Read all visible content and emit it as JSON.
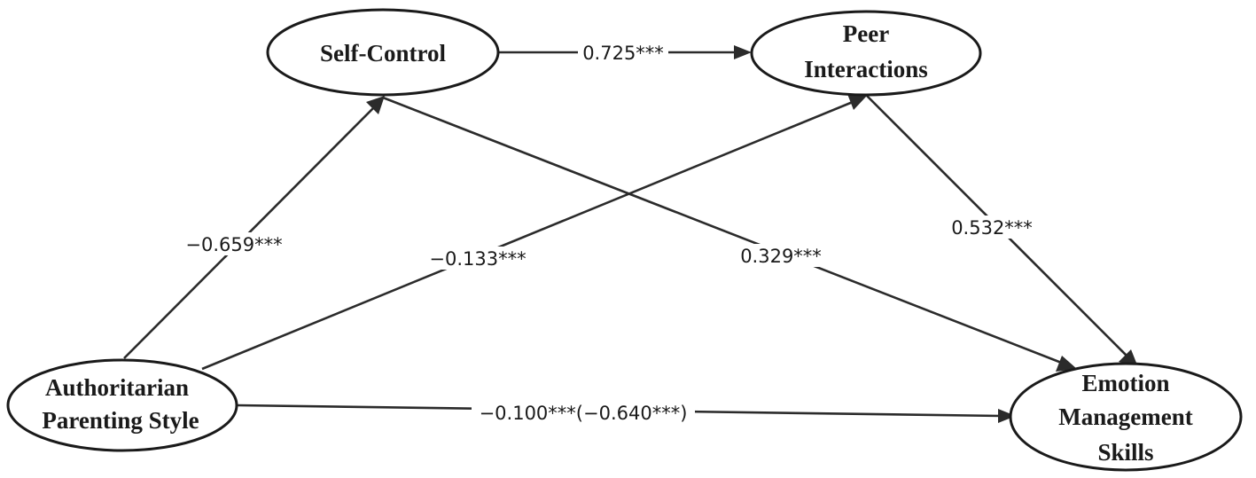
{
  "nodes": {
    "self_control": {
      "lines": [
        "Self-Control"
      ]
    },
    "peer_interactions": {
      "lines": [
        "Peer",
        "Interactions"
      ]
    },
    "authoritarian": {
      "lines": [
        "Authoritarian",
        "Parenting Style"
      ]
    },
    "emotion": {
      "lines": [
        "Emotion",
        "Management",
        "Skills"
      ]
    }
  },
  "edges": {
    "sc_to_peer": {
      "from": "Self-Control",
      "to": "Peer Interactions",
      "label": "0.725***"
    },
    "ap_to_sc": {
      "from": "Authoritarian Parenting Style",
      "to": "Self-Control",
      "label": "−0.659***"
    },
    "ap_to_peer": {
      "from": "Authoritarian Parenting Style",
      "to": "Peer Interactions",
      "label": "−0.133***"
    },
    "sc_to_ems": {
      "from": "Self-Control",
      "to": "Emotion Management Skills",
      "label": "0.329***"
    },
    "peer_to_ems": {
      "from": "Peer Interactions",
      "to": "Emotion Management Skills",
      "label": "0.532***"
    },
    "ap_to_ems": {
      "from": "Authoritarian Parenting Style",
      "to": "Emotion Management Skills",
      "label": "−0.100***(−0.640***)"
    }
  },
  "colors": {
    "stroke": "#1a1a1a",
    "edge": "#2b2b2b",
    "background": "#ffffff"
  }
}
